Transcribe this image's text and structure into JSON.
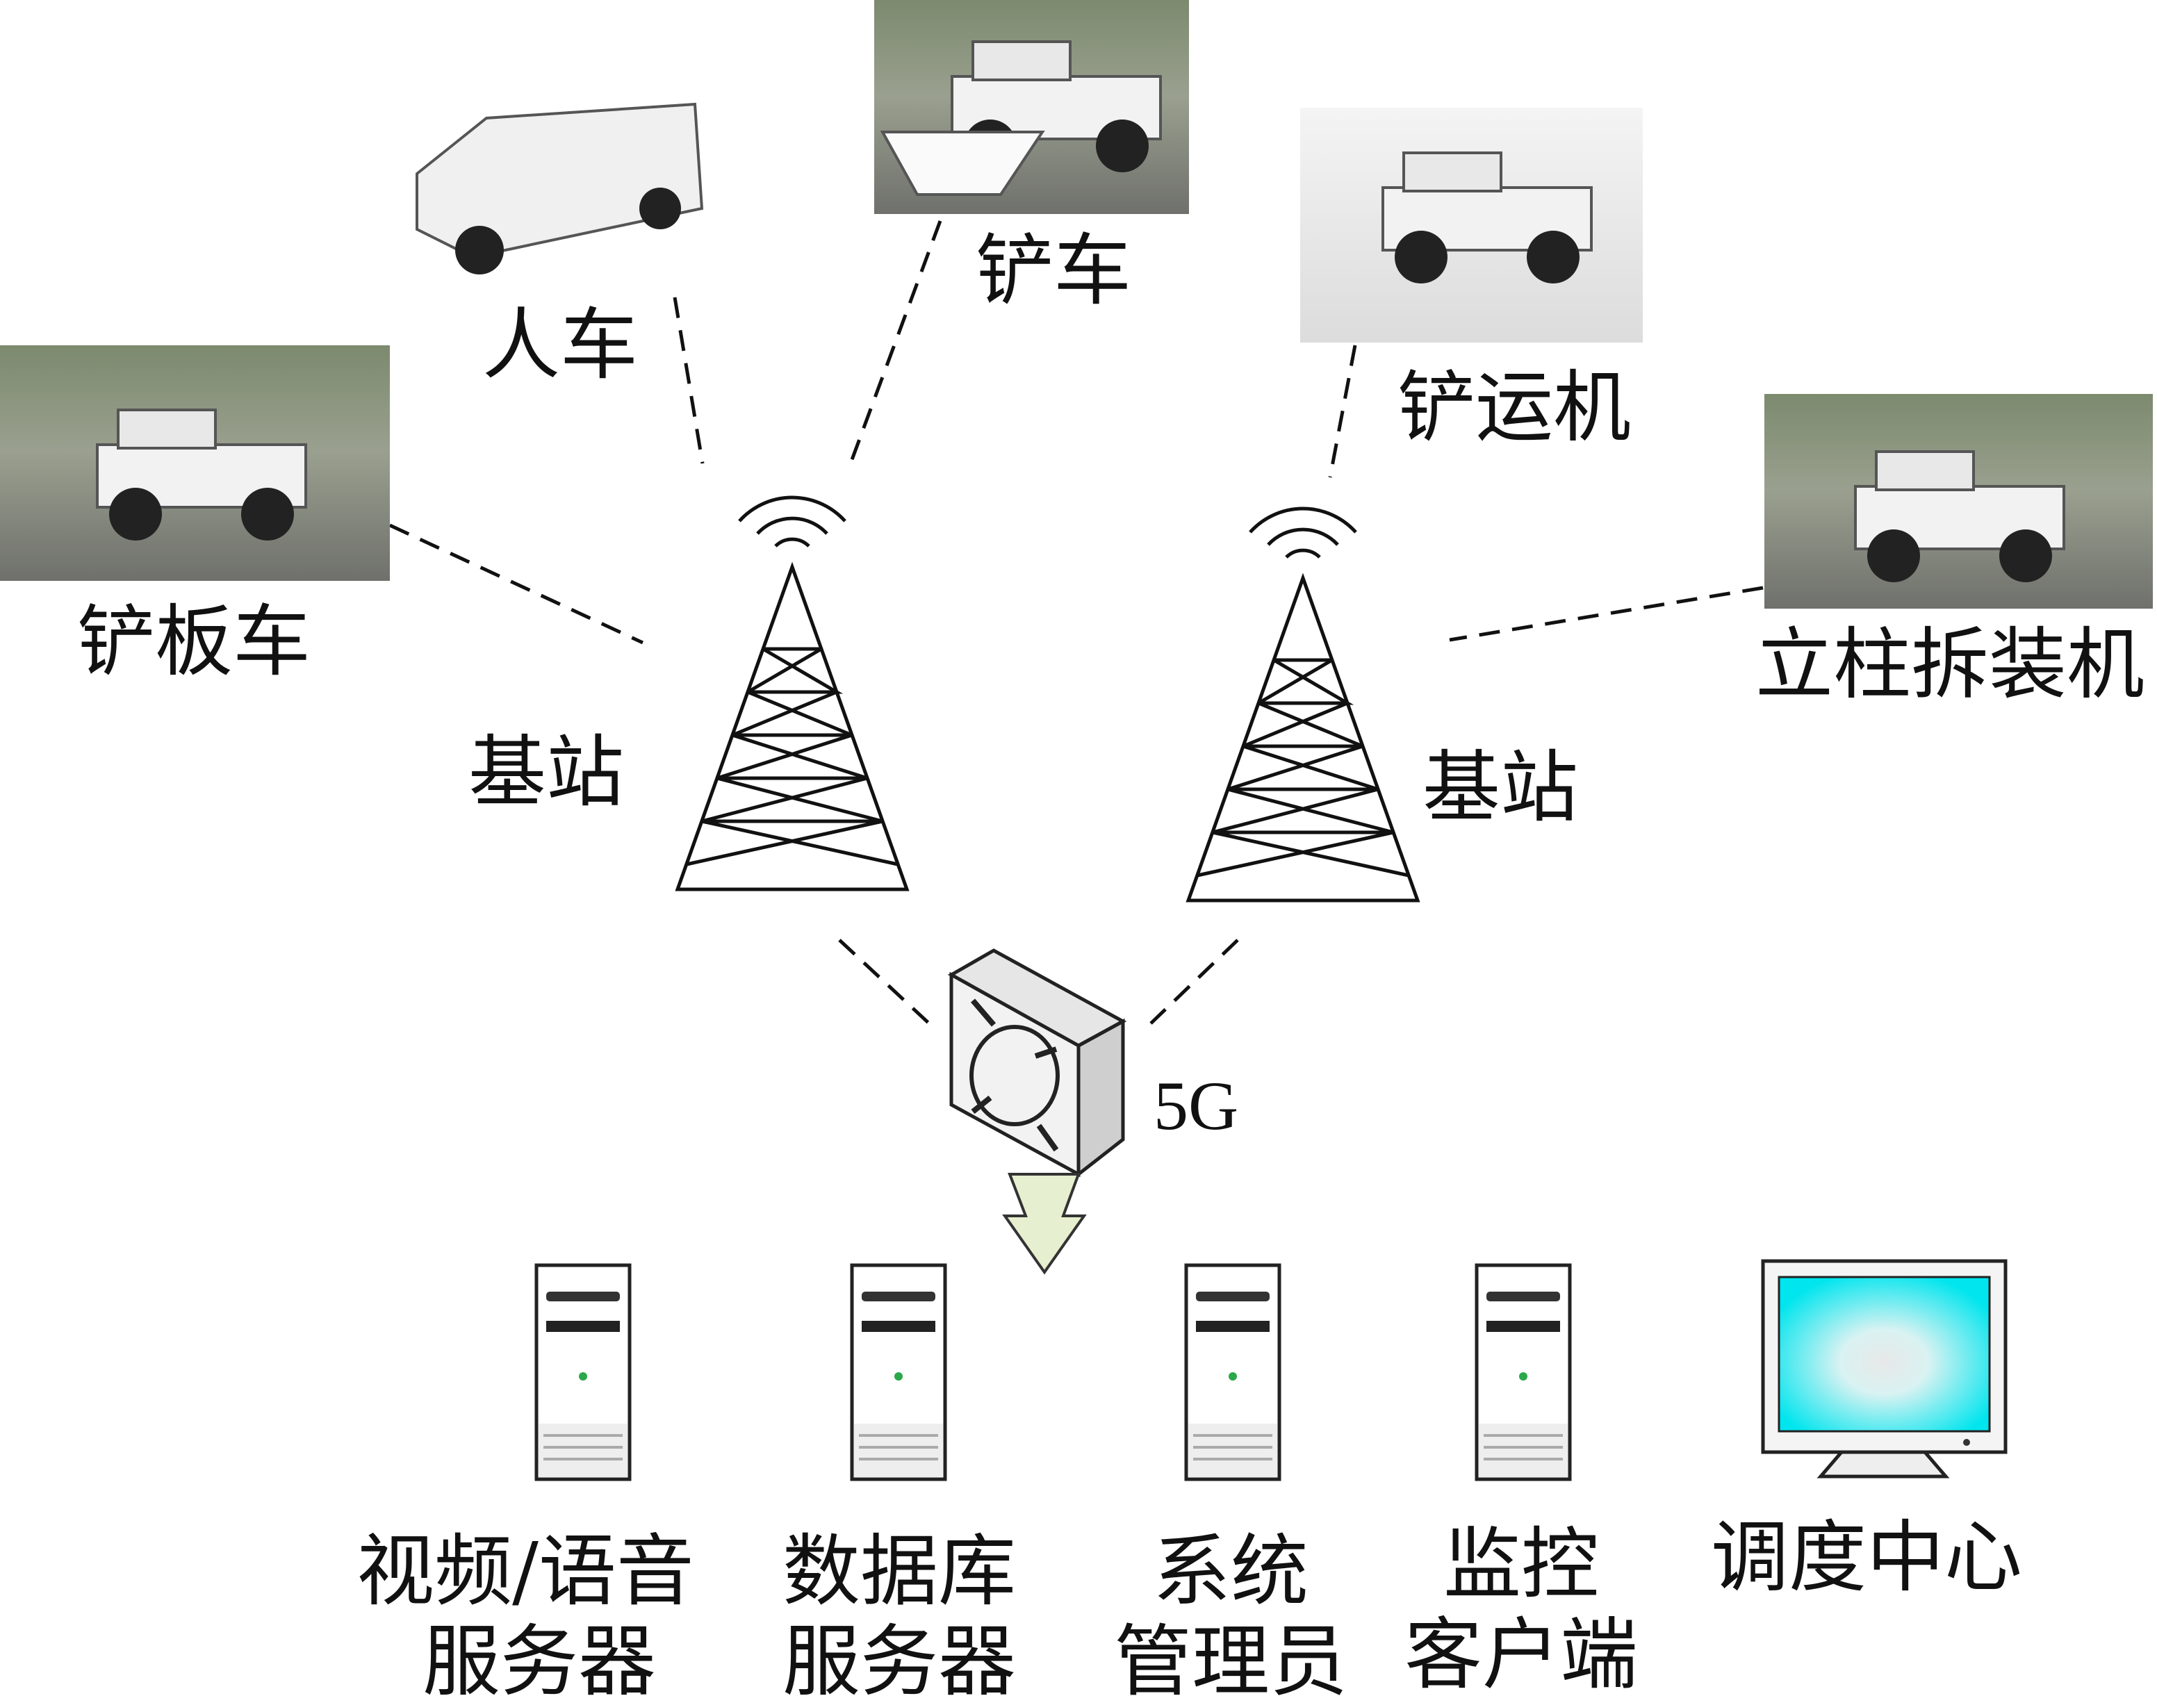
{
  "vehicles": [
    {
      "id": "scraper-truck",
      "label": "铲板车"
    },
    {
      "id": "personnel-car",
      "label": "人车"
    },
    {
      "id": "shovel-car",
      "label": "铲车"
    },
    {
      "id": "loader",
      "label": "铲运机"
    },
    {
      "id": "prop-machine",
      "label": "立柱拆装机"
    }
  ],
  "base_stations": [
    {
      "label": "基站"
    },
    {
      "label": "基站"
    }
  ],
  "switch": {
    "label": "5G"
  },
  "endpoints": [
    {
      "line1": "视频/语音",
      "line2": "服务器"
    },
    {
      "line1": "数据库",
      "line2": "服务器"
    },
    {
      "line1": "系统",
      "line2": "管理员"
    },
    {
      "line1": "监控",
      "line2": "客户端"
    },
    {
      "line1": "调度中心"
    }
  ],
  "colors": {
    "screen": "#00e5ee",
    "server_led": "#2aa84a",
    "arrow": "#e6efcf"
  }
}
